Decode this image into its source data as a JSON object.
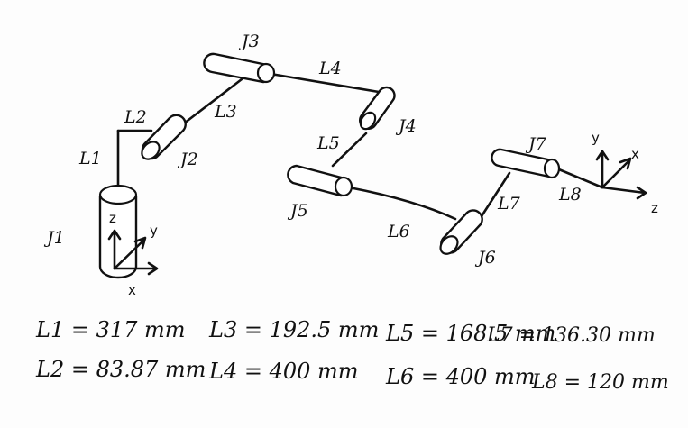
{
  "joints": {
    "j1": "J1",
    "j2": "J2",
    "j3": "J3",
    "j4": "J4",
    "j5": "J5",
    "j6": "J6",
    "j7": "J7"
  },
  "links": {
    "l1": "L1",
    "l2": "L2",
    "l3": "L3",
    "l4": "L4",
    "l5": "L5",
    "l6": "L6",
    "l7": "L7",
    "l8": "L8"
  },
  "base_frame": {
    "z": "z",
    "y": "y",
    "x": "x"
  },
  "tool_frame": {
    "y": "y",
    "x": "x",
    "z": "z"
  },
  "dimensions": {
    "l1": "L1 = 317 mm",
    "l2": "L2 = 83.87 mm",
    "l3": "L3 = 192.5 mm",
    "l4": "L4 = 400 mm",
    "l5": "L5 = 168.5 mm",
    "l6": "L6 = 400 mm",
    "l7": "L7 = 136.30 mm",
    "l8": "L8 = 120 mm"
  }
}
